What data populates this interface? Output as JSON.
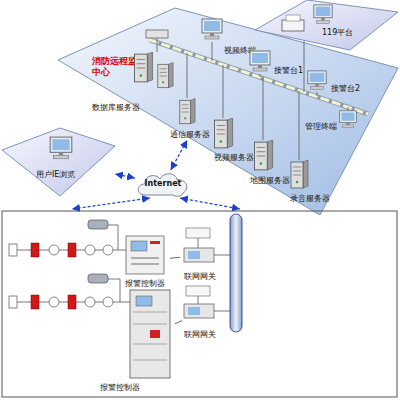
{
  "diagram": {
    "nodes": [
      {
        "text": [
          "消防远程监控中心"
        ]
      },
      {
        "text": [
          "视频终端"
        ],
        "in": 0
      },
      {
        "text": [
          "接警台1"
        ],
        "in": 0
      },
      {
        "text": [
          "接警台2"
        ],
        "in": 0
      },
      {
        "text": [
          "管理终端"
        ],
        "in": 0
      },
      {
        "text": [
          "数据库服务器"
        ],
        "in": 0
      },
      {
        "text": [
          "通信服务器"
        ],
        "in": 0
      },
      {
        "text": [
          "视频服务器"
        ],
        "in": 0
      },
      {
        "text": [
          "地图服务器"
        ],
        "in": 0
      },
      {
        "text": [
          "录音服务器"
        ],
        "in": 0
      },
      {
        "text": [
          "119平台"
        ]
      },
      {
        "text": [
          "用户IE浏览"
        ]
      },
      {
        "text": [
          "Internet"
        ]
      },
      {
        "text": [
          "报警控制器"
        ]
      },
      {
        "text": [
          "联网网关"
        ]
      },
      {
        "text": [
          "报警控制器"
        ]
      },
      {
        "text": [
          "联网网关"
        ]
      }
    ],
    "edges": [
      {
        "from": 12,
        "to": 11,
        "arrow": "both"
      },
      {
        "from": 12,
        "to": 6,
        "arrow": "both"
      },
      {
        "from": 13,
        "to": 14,
        "arrow": "none"
      },
      {
        "from": 15,
        "to": 16,
        "arrow": "none"
      }
    ]
  }
}
